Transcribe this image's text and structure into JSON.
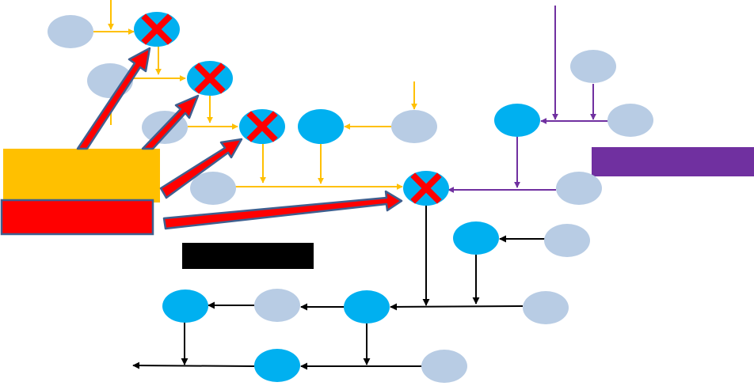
{
  "colors": {
    "background": "#ffffff",
    "node_light": "#b8cce4",
    "node_dark": "#00b0f0",
    "orange": "#ffc000",
    "purple": "#7030a0",
    "black": "#000000",
    "red": "#ff0000",
    "arrow_outline": "#3f5f8f"
  },
  "diagram": {
    "nodes": [
      {
        "id": "n1",
        "style": "light",
        "blocked": false
      },
      {
        "id": "n2",
        "style": "dark",
        "blocked": true
      },
      {
        "id": "n3",
        "style": "light",
        "blocked": false
      },
      {
        "id": "n4",
        "style": "dark",
        "blocked": true
      },
      {
        "id": "n5",
        "style": "light",
        "blocked": false
      },
      {
        "id": "n6",
        "style": "dark",
        "blocked": true
      },
      {
        "id": "n7",
        "style": "dark",
        "blocked": false
      },
      {
        "id": "n8",
        "style": "light",
        "blocked": false
      },
      {
        "id": "n9",
        "style": "light",
        "blocked": false
      },
      {
        "id": "n10",
        "style": "dark",
        "blocked": true
      },
      {
        "id": "n11",
        "style": "light",
        "blocked": false
      },
      {
        "id": "n12",
        "style": "dark",
        "blocked": false
      },
      {
        "id": "n13",
        "style": "light",
        "blocked": false
      },
      {
        "id": "n14",
        "style": "light",
        "blocked": false
      },
      {
        "id": "n15",
        "style": "dark",
        "blocked": false
      },
      {
        "id": "n16",
        "style": "light",
        "blocked": false
      },
      {
        "id": "n17",
        "style": "dark",
        "blocked": false
      },
      {
        "id": "n18",
        "style": "light",
        "blocked": false
      },
      {
        "id": "n19",
        "style": "dark",
        "blocked": false
      },
      {
        "id": "n20",
        "style": "light",
        "blocked": false
      },
      {
        "id": "n21",
        "style": "dark",
        "blocked": false
      },
      {
        "id": "n22",
        "style": "light",
        "blocked": false
      }
    ],
    "bars": [
      {
        "id": "orange-bar",
        "color": "orange"
      },
      {
        "id": "red-bar",
        "color": "red"
      },
      {
        "id": "black-bar",
        "color": "black"
      },
      {
        "id": "purple-bar",
        "color": "purple"
      }
    ]
  }
}
